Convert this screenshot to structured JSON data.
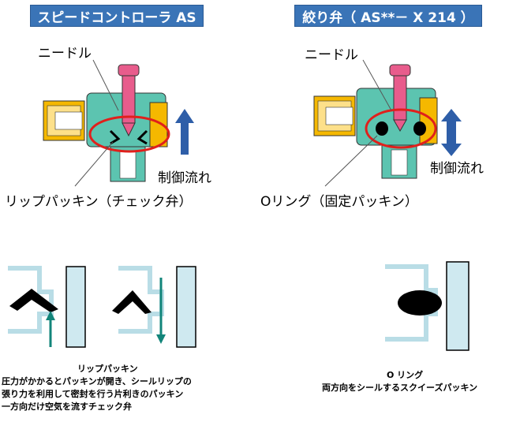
{
  "left": {
    "title": "スピードコントローラ AS",
    "needle_label": "ニードル",
    "flow_label": "制御流れ",
    "seal_label": "リップパッキン（チェック弁）",
    "caption_title": "リップパッキン",
    "caption_lines": [
      "圧力がかかるとパッキンが開き、シールリップの",
      "張り力を利用して密封を行う片利きのパッキン",
      "一方向だけ空気を流すチェック弁"
    ]
  },
  "right": {
    "title": "絞り弁（ AS**－ X 214 ）",
    "needle_label": "ニードル",
    "flow_label": "制御流れ",
    "seal_label": "Oリング（固定パッキン）",
    "caption_title": "O リング",
    "caption_lines": [
      "両方向をシールするスクイーズパッキン"
    ]
  },
  "colors": {
    "title_bg": "#3a74b7",
    "needle": "#e85c8c",
    "body": "#5cc4b0",
    "fitting": "#f5b800",
    "highlight": "#e0201c",
    "arrow": "#2e5ea8",
    "seal_wall": "#b9dde6",
    "teal_arrow": "#12857a"
  }
}
